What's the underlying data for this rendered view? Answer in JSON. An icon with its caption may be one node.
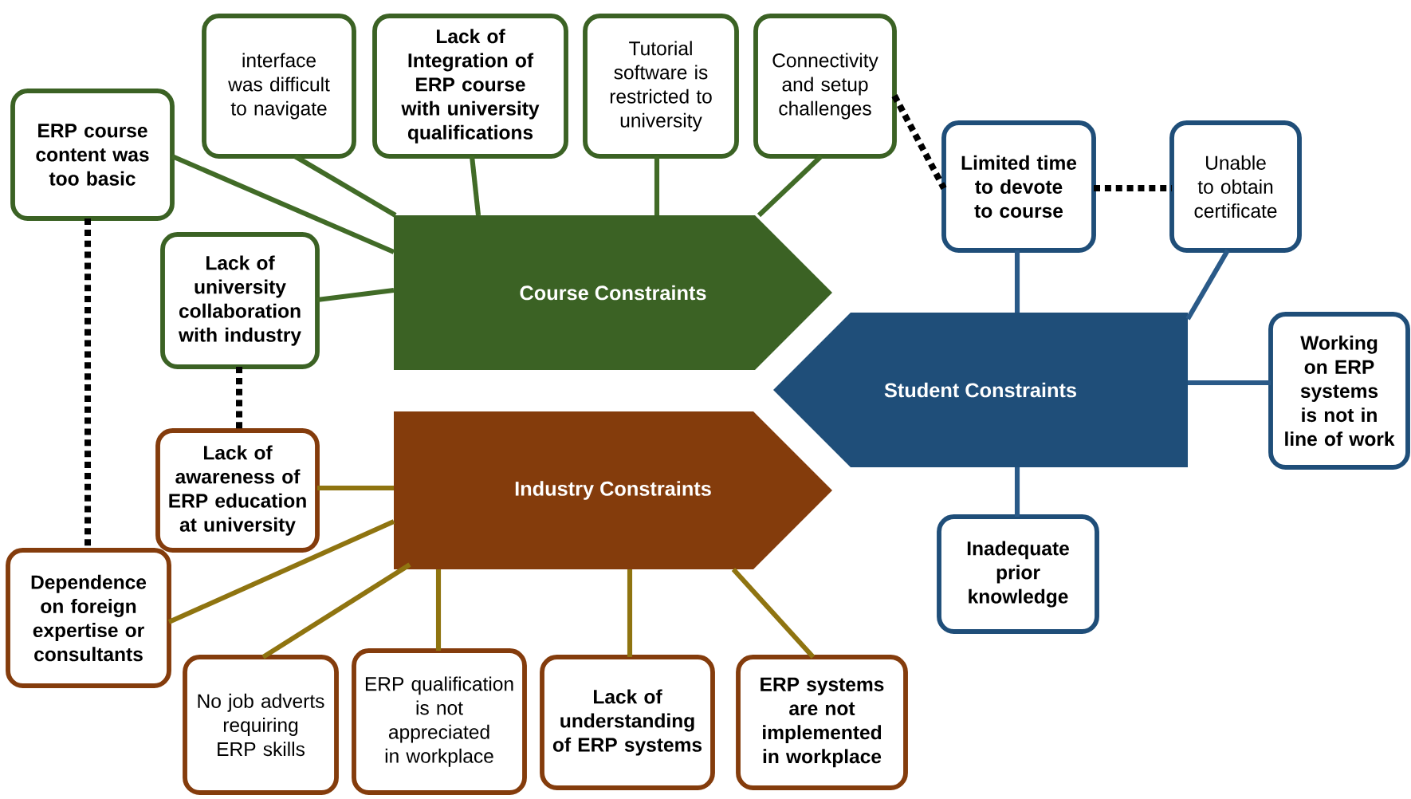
{
  "diagram": {
    "nodes": [
      {
        "text": [
          "Course Constraints"
        ]
      },
      {
        "text": [
          "Industry Constraints"
        ]
      },
      {
        "text": [
          "Student Constraints"
        ]
      },
      {
        "text": [
          "ERP course content was too basic"
        ]
      },
      {
        "text": [
          "interface was difficult to navigate"
        ]
      },
      {
        "text": [
          "Lack of Integration of ERP course with university qualifications"
        ]
      },
      {
        "text": [
          "Tutorial software is restricted to university"
        ]
      },
      {
        "text": [
          "Connectivity and setup challenges"
        ]
      },
      {
        "text": [
          "Lack of university collaboration with industry"
        ]
      },
      {
        "text": [
          "Limited time to devote to course"
        ]
      },
      {
        "text": [
          "Unable to obtain certificate"
        ]
      },
      {
        "text": [
          "Working on ERP systems is not in line of work"
        ]
      },
      {
        "text": [
          "Inadequate prior knowledge"
        ]
      },
      {
        "text": [
          "Lack of awareness of ERP education at university"
        ]
      },
      {
        "text": [
          "Dependence on foreign expertise or consultants"
        ]
      },
      {
        "text": [
          "No job adverts requiring ERP skills"
        ]
      },
      {
        "text": [
          "ERP qualification is not appreciated in workplace"
        ]
      },
      {
        "text": [
          "Lack of understanding of ERP systems"
        ]
      },
      {
        "text": [
          "ERP systems are not implemented in workplace"
        ]
      }
    ],
    "edges": [
      {
        "from": 3,
        "to": 0,
        "arrow": "none",
        "color": "#416b27"
      },
      {
        "from": 4,
        "to": 0,
        "arrow": "none",
        "color": "#416b27"
      },
      {
        "from": 5,
        "to": 0,
        "arrow": "none",
        "color": "#416b27"
      },
      {
        "from": 6,
        "to": 0,
        "arrow": "none",
        "color": "#416b27"
      },
      {
        "from": 7,
        "to": 0,
        "arrow": "none",
        "color": "#416b27"
      },
      {
        "from": 8,
        "to": 0,
        "arrow": "none",
        "color": "#416b27"
      },
      {
        "from": 9,
        "to": 2,
        "arrow": "none",
        "color": "#2a5a88"
      },
      {
        "from": 10,
        "to": 2,
        "arrow": "none",
        "color": "#2a5a88"
      },
      {
        "from": 11,
        "to": 2,
        "arrow": "none",
        "color": "#2a5a88"
      },
      {
        "from": 12,
        "to": 2,
        "arrow": "none",
        "color": "#2a5a88"
      },
      {
        "from": 13,
        "to": 1,
        "arrow": "none",
        "color": "#8f7410"
      },
      {
        "from": 14,
        "to": 1,
        "arrow": "none",
        "color": "#8f7410"
      },
      {
        "from": 15,
        "to": 1,
        "arrow": "none",
        "color": "#8f7410"
      },
      {
        "from": 16,
        "to": 1,
        "arrow": "none",
        "color": "#8f7410"
      },
      {
        "from": 17,
        "to": 1,
        "arrow": "none",
        "color": "#8f7410"
      },
      {
        "from": 18,
        "to": 1,
        "arrow": "none",
        "color": "#8f7410"
      },
      {
        "from": 3,
        "to": 14,
        "arrow": "none",
        "style": "dashed",
        "color": "#000000"
      },
      {
        "from": 8,
        "to": 13,
        "arrow": "none",
        "style": "dashed",
        "color": "#000000"
      },
      {
        "from": 7,
        "to": 9,
        "arrow": "none",
        "style": "dashed",
        "color": "#000000"
      },
      {
        "from": 9,
        "to": 10,
        "arrow": "none",
        "style": "dashed",
        "color": "#000000"
      }
    ]
  }
}
